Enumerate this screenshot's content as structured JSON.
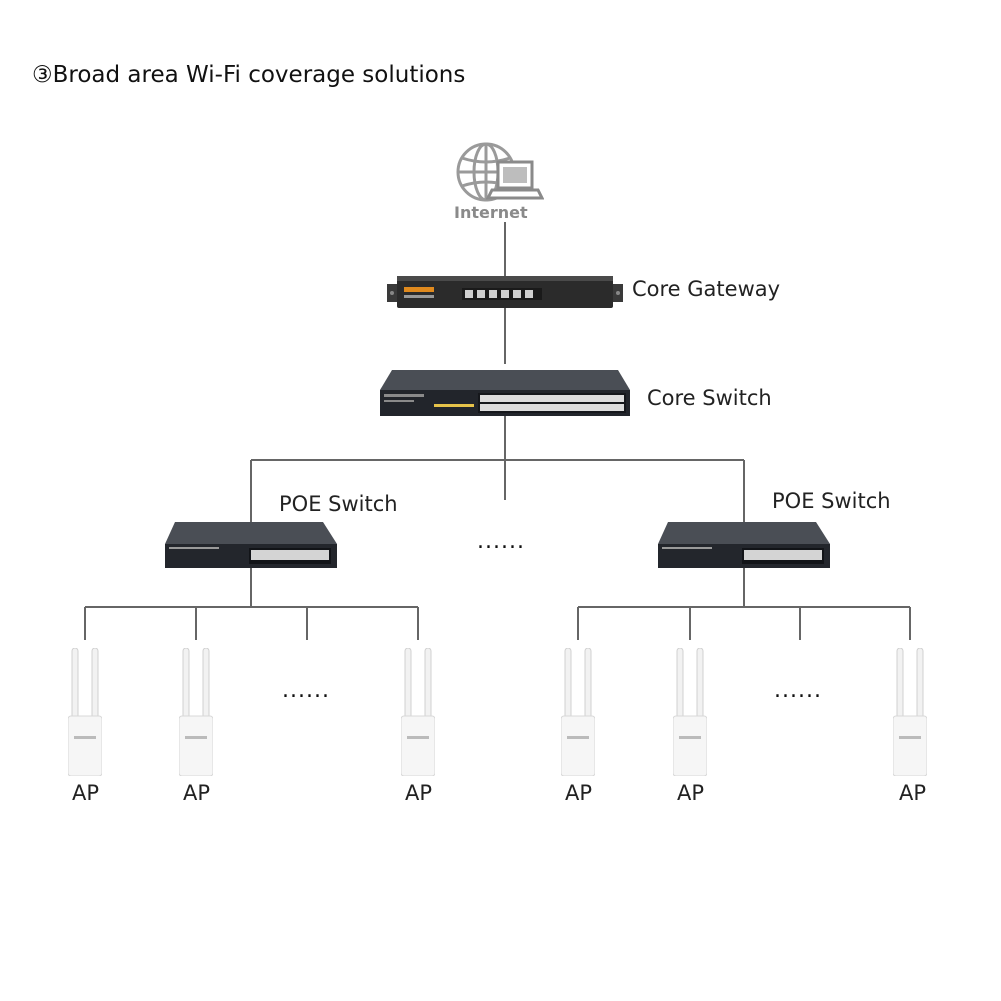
{
  "title": "③Broad area Wi-Fi coverage solutions",
  "nodes": {
    "internet": "Internet",
    "core_gateway": "Core Gateway",
    "core_switch": "Core Switch",
    "poe_switch_left": "POE Switch",
    "poe_switch_right": "POE Switch"
  },
  "ap_labels": [
    "AP",
    "AP",
    "AP",
    "AP",
    "AP",
    "AP"
  ],
  "ellipsis": "......",
  "icons": [
    "globe-icon",
    "laptop-icon",
    "gateway-device",
    "switch-device",
    "poe-switch-device",
    "access-point-device"
  ]
}
